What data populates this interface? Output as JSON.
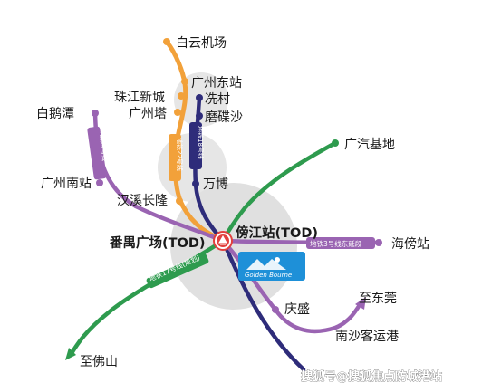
{
  "stations": {
    "baiyun_airport": "白云机场",
    "guangzhou_east": "广州东站",
    "zhujiang_newtown": "珠江新城",
    "xiancun": "冼村",
    "canton_tower": "广州塔",
    "modiesha": "磨碟沙",
    "baietan": "白鹅潭",
    "guangqi_base": "广汽基地",
    "guangzhou_south": "广州南站",
    "hanxi_changlong": "汉溪长隆",
    "wanbo": "万博",
    "panyu_square": "番禺广场(TOD)",
    "pangjiang": "傍江站(TOD)",
    "haipang": "海傍站",
    "qingsheng": "庆盛",
    "to_dongguan": "至东莞",
    "nansha_port": "南沙客运港",
    "to_foshan": "至佛山"
  },
  "line_labels": {
    "line22": "地铁22号线",
    "line18": "地铁18号线",
    "line3": "地铁3号线",
    "line3_ext": "地铁3号线东延段",
    "line17": "地铁17号线(规划)"
  },
  "project_sign": {
    "text_en": "Golden Bourne",
    "text_cn": "",
    "icon": "mountain-sun-logo"
  },
  "watermark": "搜狐号@搜狐焦点防城港站",
  "colors": {
    "line_orange": "#F2A13A",
    "line_navy": "#2E2C7A",
    "line_purple": "#9A64B2",
    "line_green": "#2E9B4E",
    "hub_red": "#E1403D",
    "project_blue": "#1E90D8",
    "zone_grey": "#E6E6E6"
  }
}
